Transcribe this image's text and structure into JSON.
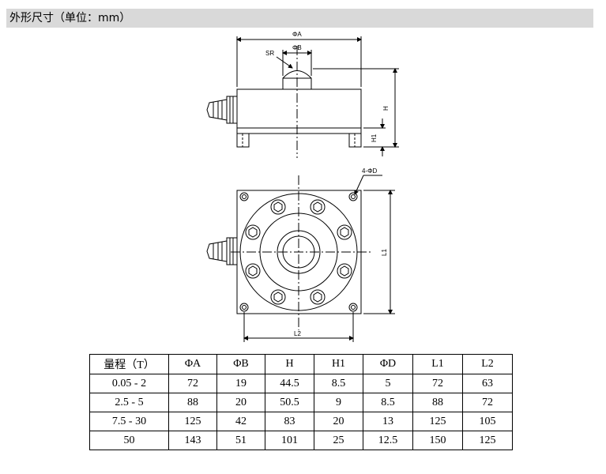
{
  "header": {
    "title": "外形尺寸（单位：mm）"
  },
  "drawing": {
    "top_view_labels": {
      "dim_a": "ΦA",
      "dim_b": "ΦB",
      "sr": "SR",
      "h": "H",
      "h1": "H1"
    },
    "bottom_view_labels": {
      "hole": "4-ΦD",
      "l1": "L1",
      "l2": "L2"
    }
  },
  "table": {
    "headers": [
      "量程（T）",
      "ΦA",
      "ΦB",
      "H",
      "H1",
      "ΦD",
      "L1",
      "L2"
    ],
    "rows": [
      [
        "0.05 - 2",
        "72",
        "19",
        "44.5",
        "8.5",
        "5",
        "72",
        "63"
      ],
      [
        "2.5 - 5",
        "88",
        "20",
        "50.5",
        "9",
        "8.5",
        "88",
        "72"
      ],
      [
        "7.5 - 30",
        "125",
        "42",
        "83",
        "20",
        "13",
        "125",
        "105"
      ],
      [
        "50",
        "143",
        "51",
        "101",
        "25",
        "12.5",
        "150",
        "125"
      ]
    ]
  }
}
